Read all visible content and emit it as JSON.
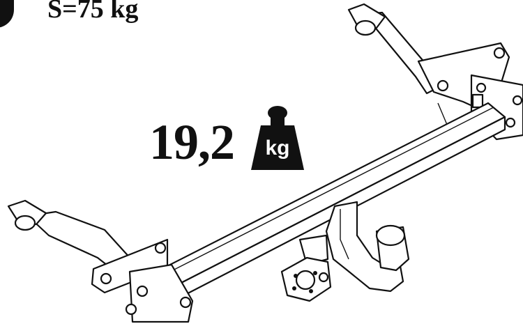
{
  "diagram": {
    "load_label": "S=75 kg",
    "weight": {
      "value": "19,2",
      "unit": "kg",
      "icon": "weight-icon"
    },
    "colors": {
      "ink": "#111111",
      "paper": "#ffffff"
    }
  }
}
